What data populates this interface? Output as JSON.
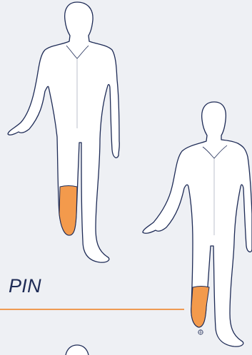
{
  "section": {
    "title": "PIN"
  },
  "colors": {
    "background": "#eef0f4",
    "body_fill": "#ffffff",
    "outline": "#1e2b56",
    "highlight": "#f39a4c",
    "title": "#1e2b56",
    "divider": "#ef9a52"
  },
  "figures": [
    {
      "name": "front-body-figure",
      "highlighted_region": "lower-leg-residual-limb"
    },
    {
      "name": "rear-body-figure",
      "highlighted_region": "lower-leg-residual-limb"
    }
  ]
}
